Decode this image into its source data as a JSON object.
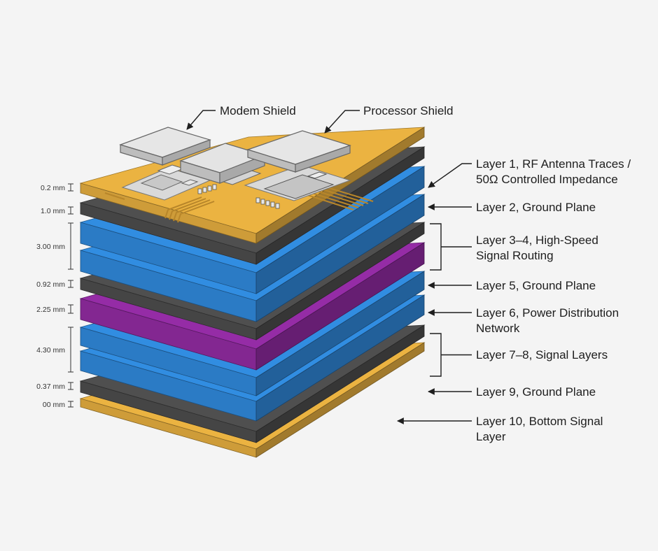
{
  "shield_labels": {
    "modem": "Modem Shield",
    "processor": "Processor Shield"
  },
  "layers": [
    {
      "label_lines": [
        "Layer 1, RF Antenna Traces /",
        "50Ω Controlled Impedance"
      ],
      "dimension": "0.2 mm",
      "color": "#e0aa3e"
    },
    {
      "label_lines": [
        "Layer 2, Ground Plane"
      ],
      "dimension": "1.0 mm",
      "color": "#4b4b4b"
    },
    {
      "label_lines": [
        "Layer 3–4, High-Speed",
        "Signal Routing"
      ],
      "dimension": "3.00 mm",
      "color": "#2f86d6"
    },
    {
      "label_lines": [
        "Layer 5, Ground Plane"
      ],
      "dimension": "0.92 mm",
      "color": "#4b4b4b"
    },
    {
      "label_lines": [
        "Layer 6, Power Distribution",
        "Network"
      ],
      "dimension": "2.25 mm",
      "color": "#8e2a9e"
    },
    {
      "label_lines": [
        "Layer 7–8, Signal Layers"
      ],
      "dimension": "4.30 mm",
      "color": "#2f86d6"
    },
    {
      "label_lines": [
        "Layer 9, Ground Plane"
      ],
      "dimension": "0.37 mm",
      "color": "#4b4b4b"
    },
    {
      "label_lines": [
        "Layer 10, Bottom Signal",
        "Layer"
      ],
      "dimension": "00 mm",
      "color": "#e0aa3e"
    }
  ]
}
